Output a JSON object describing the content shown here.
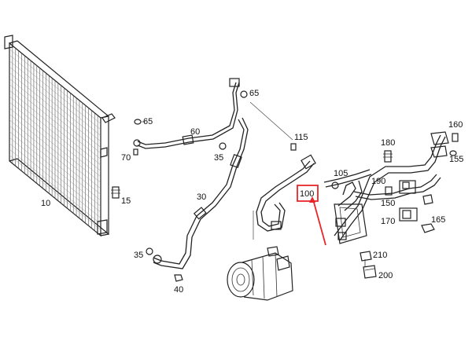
{
  "diagram": {
    "highlight_color": "#e8262a",
    "highlighted_part": "100",
    "parts": [
      {
        "id": "p10",
        "label": "10"
      },
      {
        "id": "p15",
        "label": "15"
      },
      {
        "id": "p30",
        "label": "30"
      },
      {
        "id": "p35a",
        "label": "35"
      },
      {
        "id": "p35b",
        "label": "35"
      },
      {
        "id": "p40",
        "label": "40"
      },
      {
        "id": "p60",
        "label": "60"
      },
      {
        "id": "p65a",
        "label": "65"
      },
      {
        "id": "p65b",
        "label": "65"
      },
      {
        "id": "p70",
        "label": "70"
      },
      {
        "id": "p100",
        "label": "100"
      },
      {
        "id": "p105",
        "label": "105"
      },
      {
        "id": "p115",
        "label": "115"
      },
      {
        "id": "p150",
        "label": "150"
      },
      {
        "id": "p155",
        "label": "155"
      },
      {
        "id": "p160",
        "label": "160"
      },
      {
        "id": "p165",
        "label": "165"
      },
      {
        "id": "p170",
        "label": "170"
      },
      {
        "id": "p180",
        "label": "180"
      },
      {
        "id": "p190",
        "label": "190"
      },
      {
        "id": "p200",
        "label": "200"
      },
      {
        "id": "p210",
        "label": "210"
      }
    ]
  }
}
